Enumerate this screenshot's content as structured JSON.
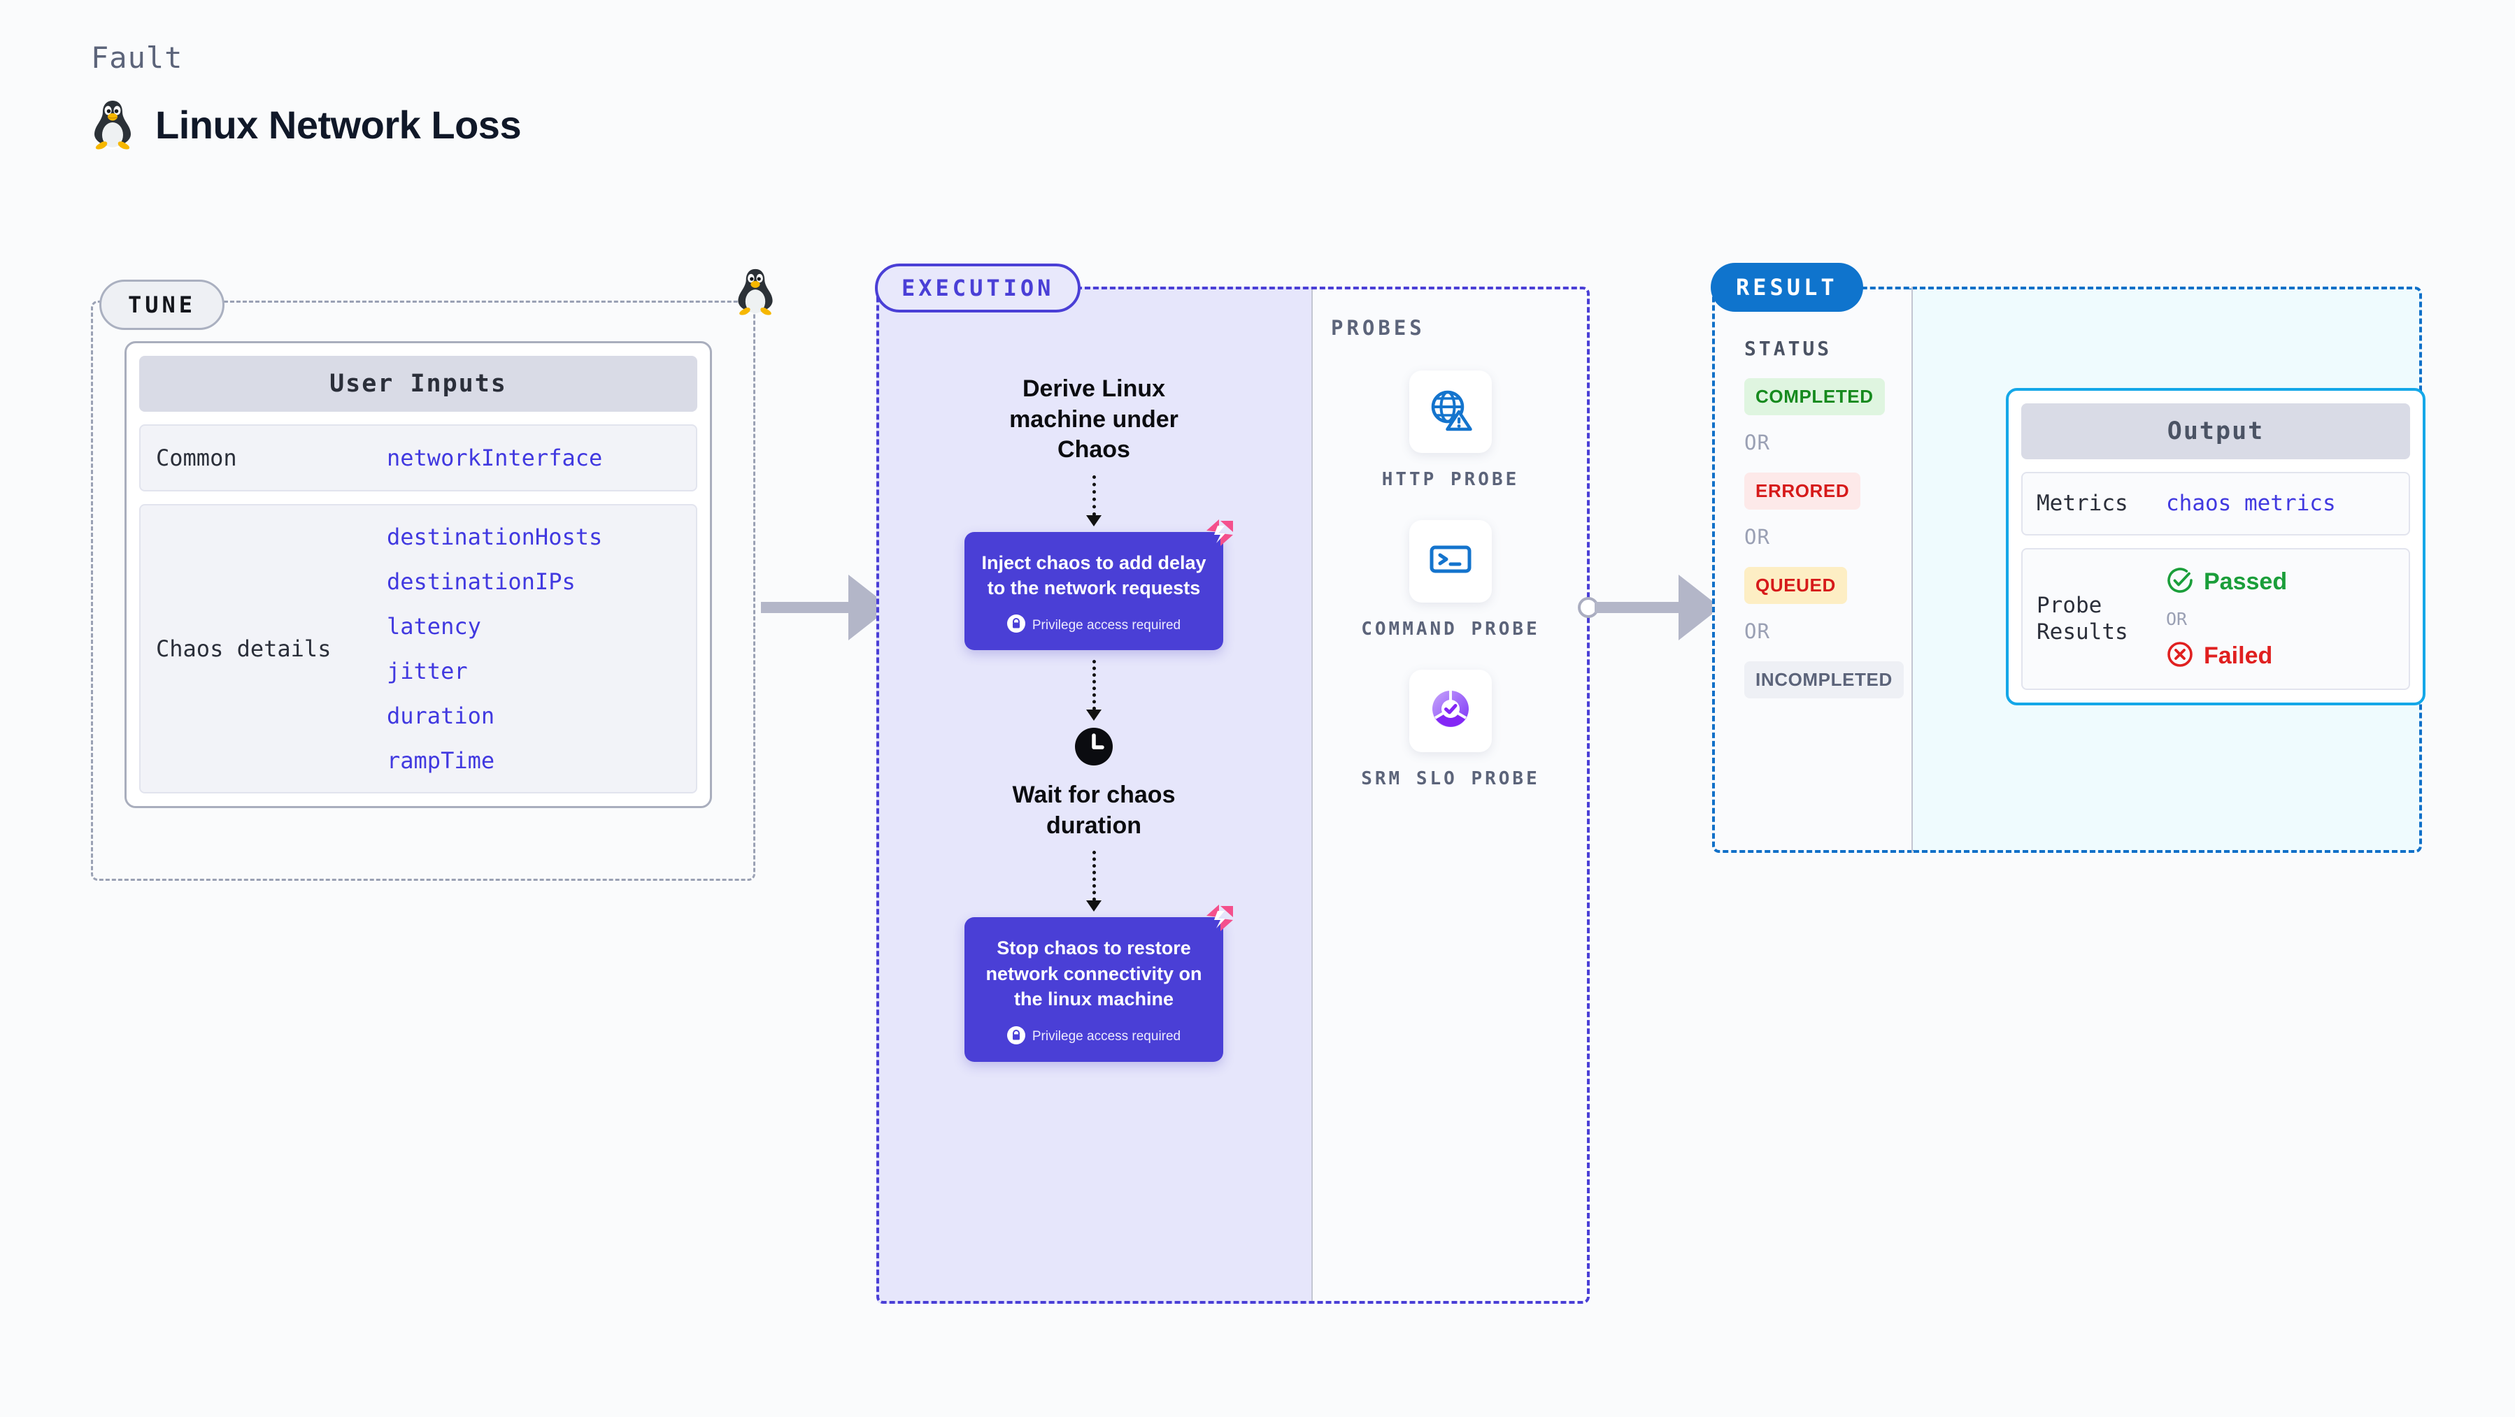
{
  "header": {
    "kicker": "Fault",
    "title": "Linux Network Loss",
    "icon": "linux-tux-icon"
  },
  "tune": {
    "pill_label": "TUNE",
    "corner_icon": "linux-tux-icon",
    "card": {
      "header": "User Inputs",
      "rows": [
        {
          "label": "Common",
          "values": [
            "networkInterface"
          ]
        },
        {
          "label": "Chaos details",
          "values": [
            "destinationHosts",
            "destinationIPs",
            "latency",
            "jitter",
            "duration",
            "rampTime"
          ]
        }
      ]
    }
  },
  "execution": {
    "pill_label": "EXECUTION",
    "steps": [
      {
        "type": "text",
        "label": "Derive Linux machine under Chaos"
      },
      {
        "type": "card",
        "label": "Inject chaos to add delay to the network requests",
        "note": "Privilege access required",
        "badge_icon": "harness-chaos-logo",
        "lock_icon": "lock-icon"
      },
      {
        "type": "wait",
        "label": "Wait for chaos duration",
        "icon": "clock-icon"
      },
      {
        "type": "card",
        "label": "Stop chaos to restore network connectivity on the linux machine",
        "note": "Privilege access required",
        "badge_icon": "harness-chaos-logo",
        "lock_icon": "lock-icon"
      }
    ]
  },
  "probes": {
    "label": "PROBES",
    "items": [
      {
        "name": "HTTP PROBE",
        "icon": "globe-warning-icon"
      },
      {
        "name": "COMMAND PROBE",
        "icon": "terminal-icon"
      },
      {
        "name": "SRM SLO PROBE",
        "icon": "slo-donut-check-icon"
      }
    ]
  },
  "result": {
    "pill_label": "RESULT",
    "status": {
      "title": "STATUS",
      "or_label": "OR",
      "badges": [
        {
          "text": "COMPLETED",
          "bg": "#dff5e0",
          "fg": "#168a1e"
        },
        {
          "text": "ERRORED",
          "bg": "#fde9e9",
          "fg": "#d61a1a"
        },
        {
          "text": "QUEUED",
          "bg": "#fdeec4",
          "fg": "#d61a1a"
        },
        {
          "text": "INCOMPLETED",
          "bg": "#eef0f5",
          "fg": "#5c647a"
        }
      ]
    },
    "output": {
      "header": "Output",
      "metrics_label": "Metrics",
      "metrics_value": "chaos metrics",
      "probe_results_label": "Probe Results",
      "passed_label": "Passed",
      "failed_label": "Failed",
      "or_label": "OR",
      "passed_icon": "check-circle-icon",
      "failed_icon": "x-circle-icon"
    }
  },
  "colors": {
    "purple": "#4a3fd6",
    "purple_fill": "#e6e6fb",
    "blue": "#0f74cd",
    "cyan": "#14a7e8",
    "cyan_fill": "#effbfe",
    "gray_dash": "#9aa1b4",
    "pink": "#f4508c",
    "link": "#4139e0"
  }
}
